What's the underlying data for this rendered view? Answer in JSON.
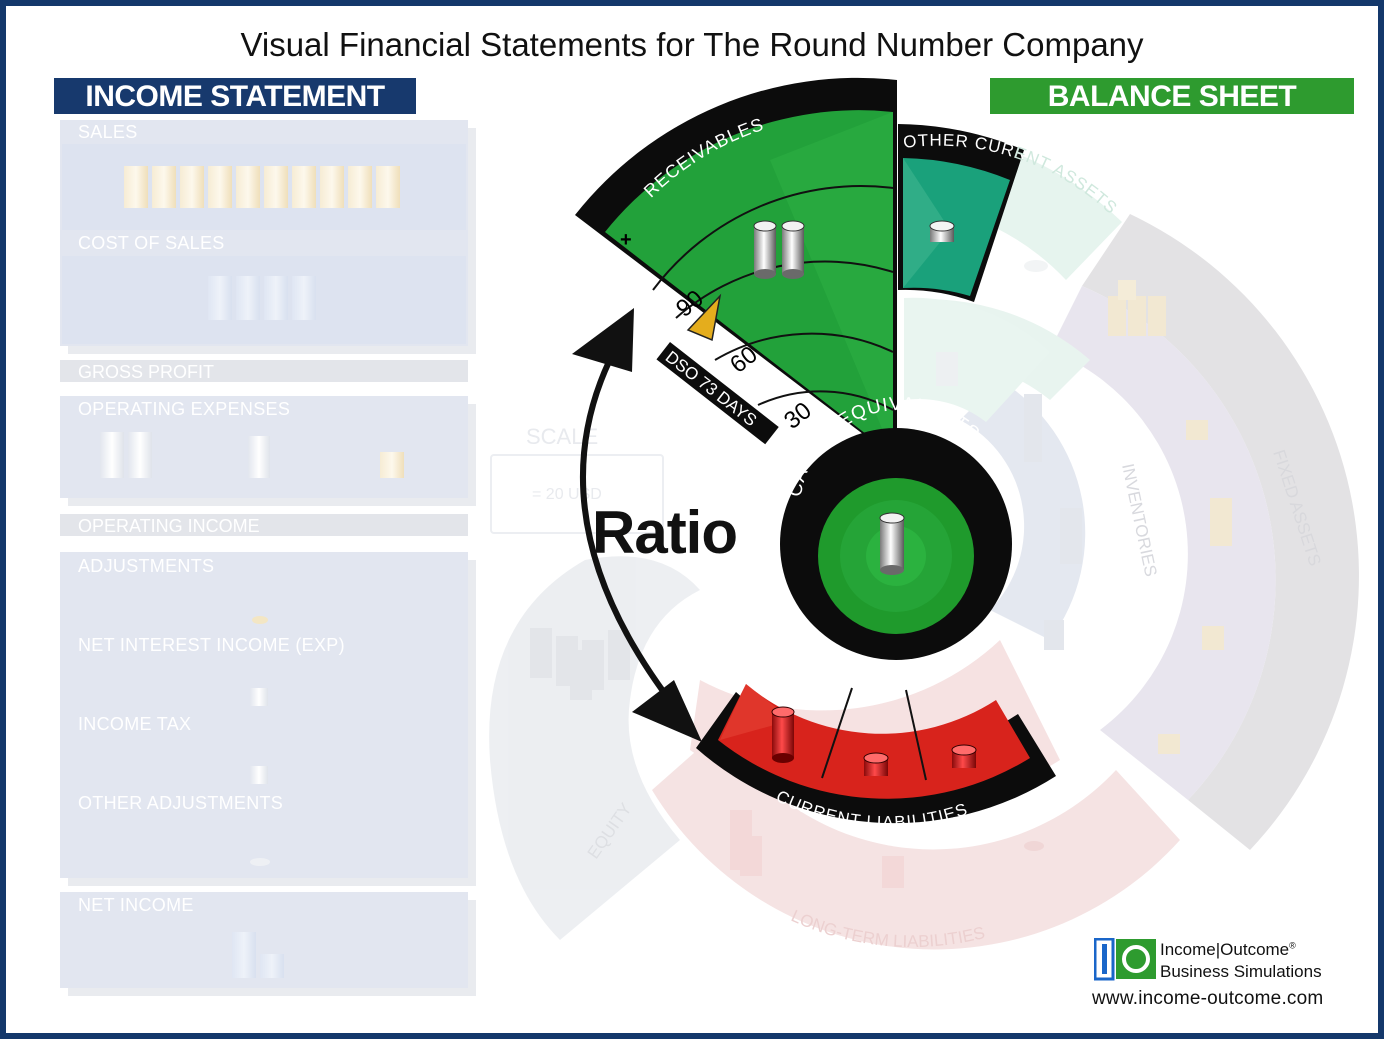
{
  "title": "Visual Financial Statements for The Round Number Company",
  "income_statement": {
    "header": "INCOME STATEMENT",
    "sections": [
      "SALES",
      "COST OF SALES",
      "GROSS PROFIT",
      "OPERATING EXPENSES",
      "OPERATING INCOME",
      "ADJUSTMENTS",
      "NET INTEREST INCOME (EXP)",
      "INCOME TAX",
      "OTHER ADJUSTMENTS",
      "NET INCOME"
    ]
  },
  "balance_sheet": {
    "header": "BALANCE SHEET",
    "segments": {
      "receivables": "RECEIVABLES",
      "other_current_assets_a": "OTHER CURR",
      "other_current_assets_b": "ENT ASSETS",
      "cash": "CASH & EQUIVALENTS",
      "inventories": "INVENTORIES",
      "fixed_assets": "FIXED ASSETS",
      "current_liabilities": "CURRENT LIABILITIES",
      "long_term_liabilities": "LONG-TERM LIABILITIES",
      "equity": "EQUITY"
    },
    "dso_label": "DSO 73 DAYS",
    "dso_ticks": [
      "90",
      "60",
      "30"
    ],
    "plus_sign": "+"
  },
  "scale": {
    "label": "SCALE",
    "value": "= 20  USD"
  },
  "ratio_label": "Ratio",
  "brand": {
    "name_line1": "Income|Outcome",
    "registered": "®",
    "name_line2": "Business Simulations",
    "url": "www.income-outcome.com"
  },
  "colors": {
    "navy": "#17396d",
    "green": "#2e9b2f",
    "receivables_green": "#1f9a2c",
    "teal": "#15a07a",
    "red": "#d8231c",
    "gold": "#e0a81c"
  }
}
